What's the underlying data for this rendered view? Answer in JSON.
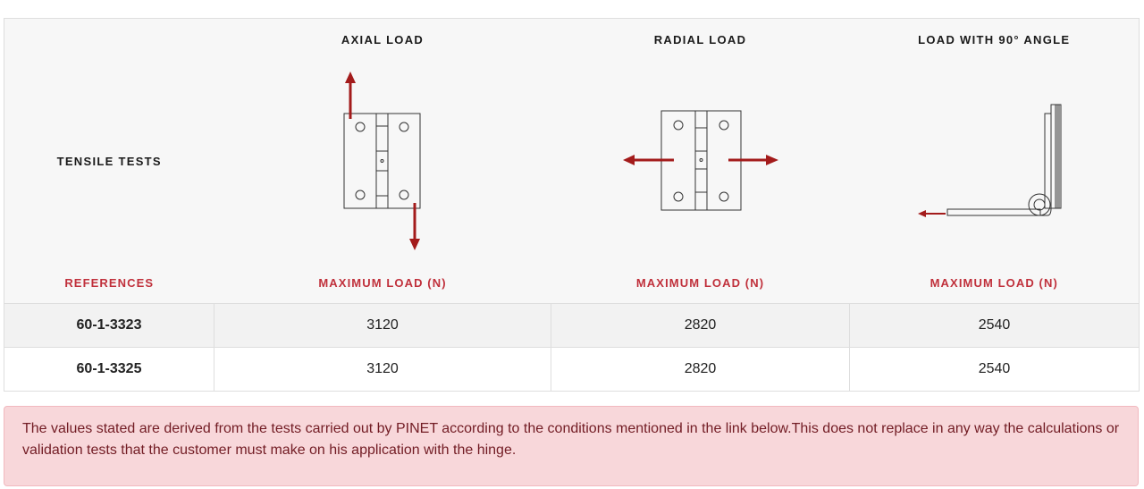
{
  "table": {
    "row_heading": "TENSILE TESTS",
    "references_label": "REFERENCES",
    "columns": [
      {
        "title": "AXIAL LOAD",
        "subtitle": "MAXIMUM LOAD (N)",
        "diagram": "axial-load-hinge-diagram"
      },
      {
        "title": "RADIAL LOAD",
        "subtitle": "MAXIMUM LOAD (N)",
        "diagram": "radial-load-hinge-diagram"
      },
      {
        "title": "LOAD WITH 90° ANGLE",
        "subtitle": "MAXIMUM LOAD (N)",
        "diagram": "angle-load-hinge-diagram"
      }
    ],
    "rows": [
      {
        "reference": "60-1-3323",
        "values": [
          "3120",
          "2820",
          "2540"
        ]
      },
      {
        "reference": "60-1-3325",
        "values": [
          "3120",
          "2820",
          "2540"
        ]
      }
    ]
  },
  "notice": {
    "text": "The values stated are derived from the tests carried out by PINET according to the conditions mentioned in the link below.This does not replace in any way the calculations or validation tests that the customer must make on his application with the hinge."
  },
  "colors": {
    "accent_red": "#c0303b",
    "arrow_red": "#a31b1b",
    "header_bg": "#f7f7f7",
    "alert_bg": "#f8d7da",
    "alert_text": "#721c24"
  }
}
